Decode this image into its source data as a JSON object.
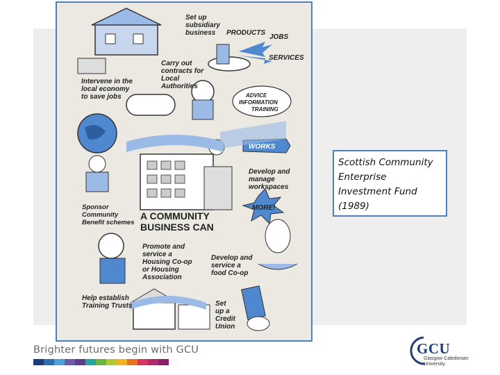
{
  "caption": {
    "lines": [
      "Scottish Community",
      "Enterprise",
      "Investment Fund",
      "(1989)"
    ]
  },
  "footer": {
    "tagline": "Brighter futures begin with GCU",
    "colorbar": [
      "#1c3d7a",
      "#2f6db3",
      "#4aa3d8",
      "#6f5aa8",
      "#5b3d8c",
      "#2aa39a",
      "#6cb33f",
      "#b3c832",
      "#f0b323",
      "#e8731f",
      "#d8345f",
      "#b0286e",
      "#8c1d6a"
    ]
  },
  "logo": {
    "acronym": "GCU",
    "line1": "Glasgow Caledonian",
    "line2": "University"
  },
  "poster": {
    "heading_line1": "A COMMUNITY",
    "heading_line2": "BUSINESS CAN",
    "labels": {
      "subsidiary": [
        "Set up",
        "subsidiary",
        "business"
      ],
      "products": "PRODUCTS",
      "jobs": "JOBS",
      "services": "SERVICES",
      "contracts": [
        "Carry out",
        "contracts for",
        "Local",
        "Authorities"
      ],
      "intervene": [
        "Intervene in the",
        "local economy",
        "to save jobs"
      ],
      "advice": [
        "ADVICE",
        "INFORMATION",
        "TRAINING"
      ],
      "works": "WORKS",
      "workspaces": [
        "Develop and",
        "manage",
        "workspaces"
      ],
      "more": "MORE!",
      "sponsor": [
        "Sponsor",
        "Community",
        "Benefit schemes"
      ],
      "housing": [
        "Promote and",
        "service a",
        "Housing Co-op",
        "or Housing",
        "Association"
      ],
      "food": [
        "Develop and",
        "service a",
        "food Co-op"
      ],
      "training": [
        "Help establish",
        "Training Trusts"
      ],
      "credit": [
        "Set",
        "up a",
        "Credit",
        "Union"
      ]
    }
  }
}
